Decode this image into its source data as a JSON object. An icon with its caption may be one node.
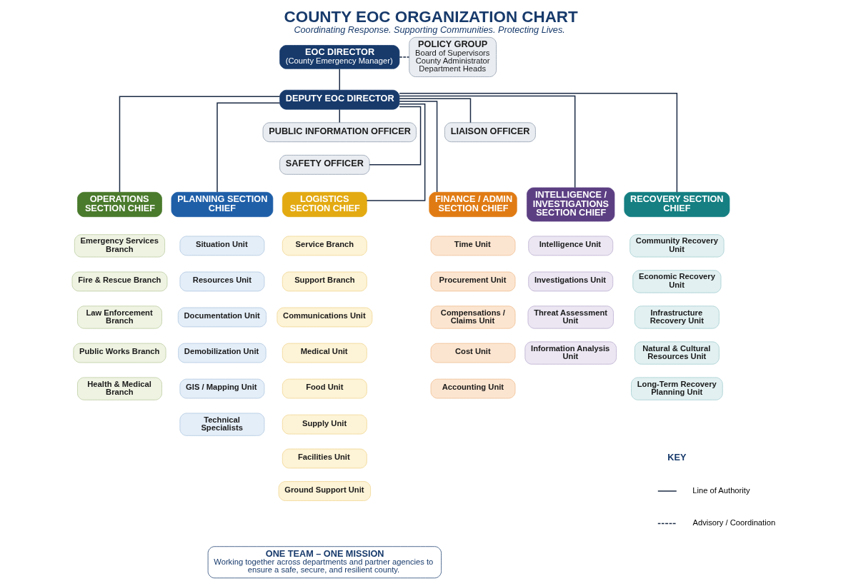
{
  "diagram": {
    "title": "COUNTY EOC ORGANIZATION CHART",
    "caption": "Coordinating Response. Supporting Communities. Protecting Lives.",
    "nodes": [
      {
        "text": [
          "EOC DIRECTOR",
          "(County Emergency Manager)"
        ]
      },
      {
        "text": [
          "POLICY GROUP",
          "Board of Supervisors",
          "County Administrator",
          "Department Heads"
        ]
      },
      {
        "text": [
          "DEPUTY EOC DIRECTOR"
        ]
      },
      {
        "text": [
          "PUBLIC INFORMATION OFFICER"
        ]
      },
      {
        "text": [
          "LIAISON OFFICER"
        ]
      },
      {
        "text": [
          "SAFETY OFFICER"
        ]
      },
      {
        "text": [
          "OPERATIONS SECTION CHIEF"
        ]
      },
      {
        "text": [
          "PLANNING SECTION CHIEF"
        ]
      },
      {
        "text": [
          "LOGISTICS SECTION CHIEF"
        ]
      },
      {
        "text": [
          "FINANCE / ADMIN SECTION CHIEF"
        ]
      },
      {
        "text": [
          "INTELLIGENCE / INVESTIGATIONS SECTION CHIEF"
        ]
      },
      {
        "text": [
          "RECOVERY SECTION CHIEF"
        ]
      },
      {
        "text": [
          "Emergency Services Branch"
        ]
      },
      {
        "text": [
          "Fire & Rescue Branch"
        ]
      },
      {
        "text": [
          "Law Enforcement Branch"
        ]
      },
      {
        "text": [
          "Public Works Branch"
        ]
      },
      {
        "text": [
          "Health & Medical Branch"
        ]
      },
      {
        "text": [
          "Situation Unit"
        ]
      },
      {
        "text": [
          "Resources Unit"
        ]
      },
      {
        "text": [
          "Documentation Unit"
        ]
      },
      {
        "text": [
          "Demobilization Unit"
        ]
      },
      {
        "text": [
          "GIS / Mapping Unit"
        ]
      },
      {
        "text": [
          "Technical Specialists"
        ]
      },
      {
        "text": [
          "Service Branch"
        ]
      },
      {
        "text": [
          "Support Branch"
        ]
      },
      {
        "text": [
          "Communications Unit"
        ]
      },
      {
        "text": [
          "Medical Unit"
        ]
      },
      {
        "text": [
          "Food Unit"
        ]
      },
      {
        "text": [
          "Supply Unit"
        ]
      },
      {
        "text": [
          "Facilities Unit"
        ]
      },
      {
        "text": [
          "Ground Support Unit"
        ]
      },
      {
        "text": [
          "Time Unit"
        ]
      },
      {
        "text": [
          "Procurement Unit"
        ]
      },
      {
        "text": [
          "Compensations / Claims Unit"
        ]
      },
      {
        "text": [
          "Cost Unit"
        ]
      },
      {
        "text": [
          "Accounting Unit"
        ]
      },
      {
        "text": [
          "Intelligence Unit"
        ]
      },
      {
        "text": [
          "Investigations Unit"
        ]
      },
      {
        "text": [
          "Threat Assessment Unit"
        ]
      },
      {
        "text": [
          "Information Analysis Unit"
        ]
      },
      {
        "text": [
          "Community Recovery Unit"
        ]
      },
      {
        "text": [
          "Economic Recovery Unit"
        ]
      },
      {
        "text": [
          "Infrastructure Recovery Unit"
        ]
      },
      {
        "text": [
          "Natural & Cultural Resources Unit"
        ]
      },
      {
        "text": [
          "Long-Term Recovery Planning Unit"
        ]
      },
      {
        "text": [
          "ONE TEAM – ONE MISSION",
          "Working together across departments and partner agencies to ensure a safe, secure, and resilient county."
        ]
      }
    ],
    "edges": [
      {
        "from": 0,
        "to": 1,
        "arrow": "none",
        "style": "dashed"
      },
      {
        "from": 0,
        "to": 2,
        "arrow": "none"
      },
      {
        "from": 2,
        "to": 3,
        "arrow": "none"
      },
      {
        "from": 2,
        "to": 4,
        "arrow": "none"
      },
      {
        "from": 2,
        "to": 5,
        "arrow": "none"
      },
      {
        "from": 2,
        "to": 6,
        "arrow": "none"
      },
      {
        "from": 2,
        "to": 7,
        "arrow": "none"
      },
      {
        "from": 2,
        "to": 8,
        "arrow": "none"
      },
      {
        "from": 2,
        "to": 9,
        "arrow": "none"
      },
      {
        "from": 2,
        "to": 10,
        "arrow": "none"
      },
      {
        "from": 2,
        "to": 11,
        "arrow": "none"
      }
    ],
    "labels": [
      "KEY"
    ],
    "legend": [
      {
        "text": "Line of Authority"
      },
      {
        "text": "Advisory / Coordination"
      }
    ]
  }
}
